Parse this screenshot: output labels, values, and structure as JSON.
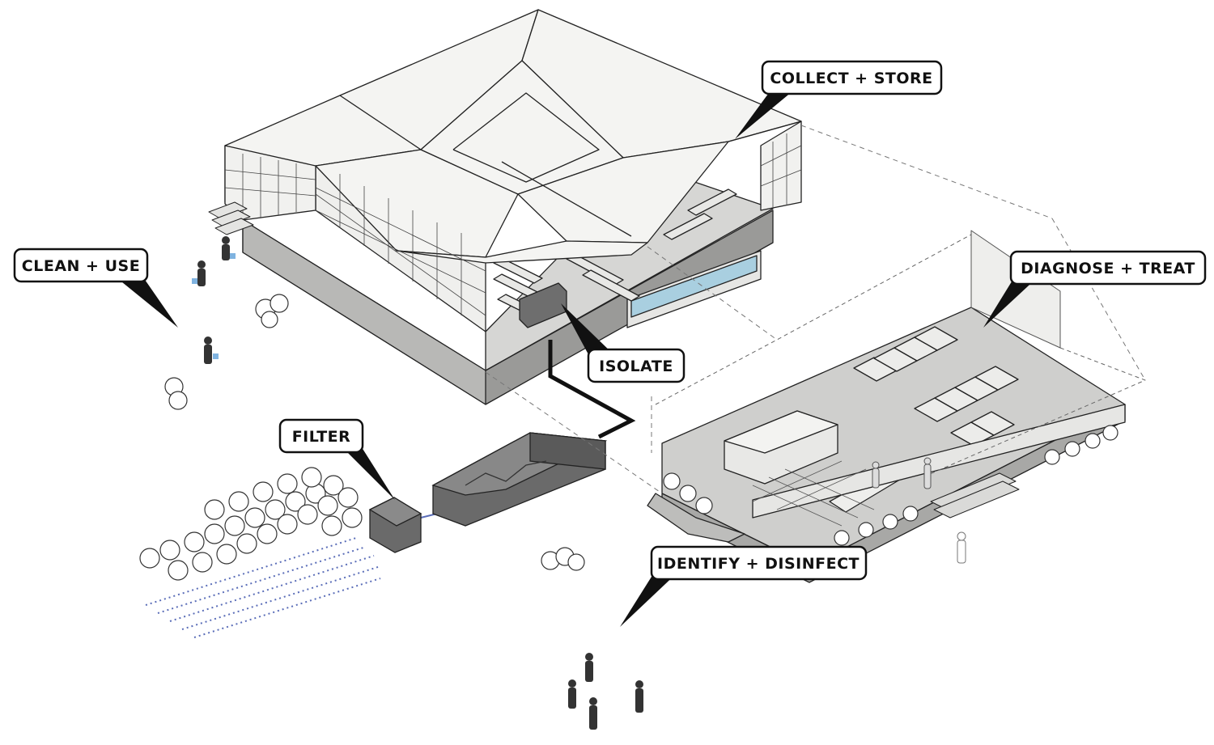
{
  "callouts": {
    "collect_store": "COLLECT + STORE",
    "clean_use": "CLEAN + USE",
    "diagnose_treat": "DIAGNOSE + TREAT",
    "isolate": "ISOLATE",
    "filter": "FILTER",
    "identify_disinfect": "IDENTIFY + DISINFECT"
  },
  "colors": {
    "ink": "#111111",
    "roof": "#f4f4f2",
    "floor": "#d4d4d2",
    "tank": "#6e6e6e",
    "water": "#a9cfe0"
  }
}
